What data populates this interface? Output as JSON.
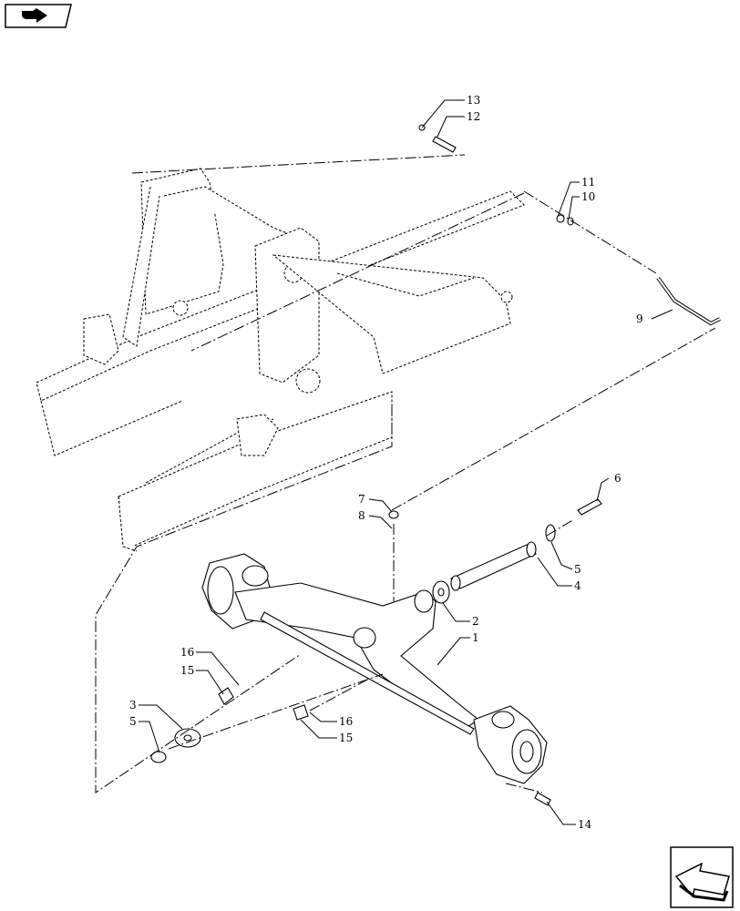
{
  "navigation": {
    "top_left_icon": "view-icon",
    "bottom_right_icon": "arrow-next-icon"
  },
  "callouts": [
    {
      "id": "c13a",
      "label": "13"
    },
    {
      "id": "c12a",
      "label": "12"
    },
    {
      "id": "c11",
      "label": "11"
    },
    {
      "id": "c10",
      "label": "10"
    },
    {
      "id": "c9",
      "label": "9"
    },
    {
      "id": "c6",
      "label": "6"
    },
    {
      "id": "c7",
      "label": "7"
    },
    {
      "id": "c8",
      "label": "8"
    },
    {
      "id": "c5a",
      "label": "5"
    },
    {
      "id": "c4",
      "label": "4"
    },
    {
      "id": "c2",
      "label": "2"
    },
    {
      "id": "c1",
      "label": "1"
    },
    {
      "id": "c16a",
      "label": "16"
    },
    {
      "id": "c15a",
      "label": "15"
    },
    {
      "id": "c3",
      "label": "3"
    },
    {
      "id": "c5b",
      "label": "5"
    },
    {
      "id": "c16b",
      "label": "16"
    },
    {
      "id": "c15b",
      "label": "15"
    },
    {
      "id": "c14",
      "label": "14"
    }
  ]
}
